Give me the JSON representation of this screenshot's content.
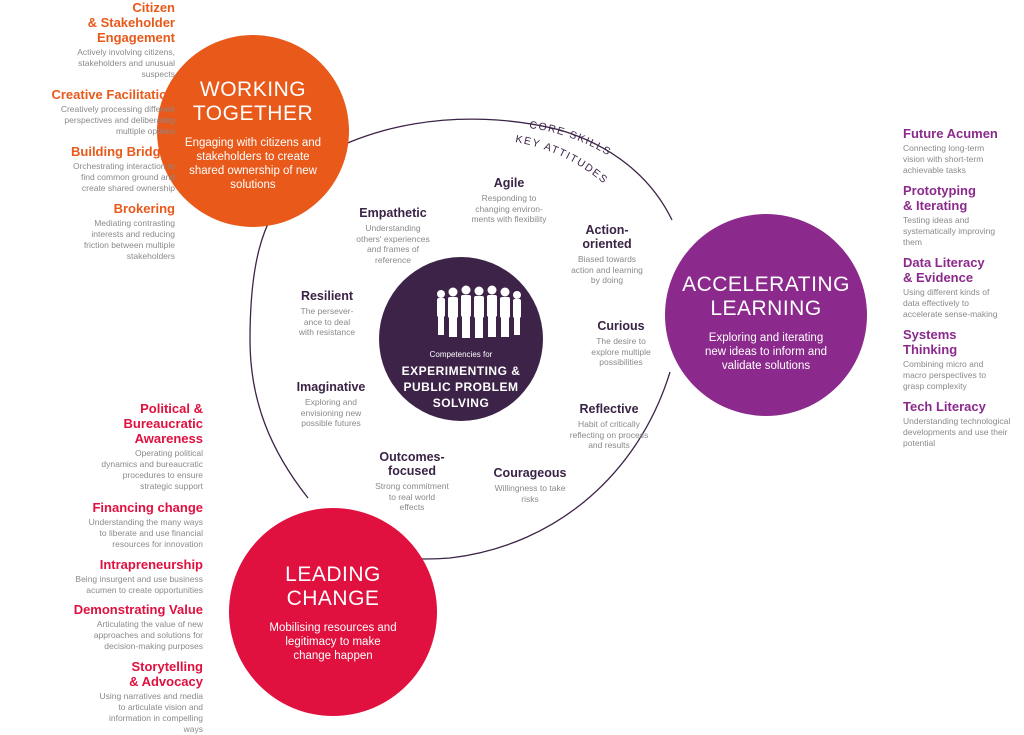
{
  "colors": {
    "orange": "#e8591a",
    "red": "#e0103f",
    "purple": "#8b2a8c",
    "center": "#3d2348",
    "outline": "#3d2348"
  },
  "ring_labels": {
    "outer": "CORE SKILLS",
    "inner": "KEY ATTITUDES"
  },
  "center": {
    "pre": "Competencies for",
    "main": "EXPERIMENTING &\nPUBLIC PROBLEM\nSOLVING",
    "icon": "people-silhouettes-icon"
  },
  "groups": {
    "working_together": {
      "title": "WORKING\nTOGETHER",
      "subtitle": "Engaging with citizens and\nstakeholders to create\nshared ownership of new\nsolutions",
      "skills": [
        {
          "title": "Citizen\n& Stakeholder\nEngagement",
          "desc": "Actively involving citizens,\nstakeholders and unusual\nsuspects"
        },
        {
          "title": "Creative Facilitation",
          "desc": "Creatively processing different\nperspectives and deliberating\nmultiple options"
        },
        {
          "title": "Building Bridges",
          "desc": "Orchestrating interaction to\nfind common  ground and\ncreate shared ownership"
        },
        {
          "title": "Brokering",
          "desc": "Mediating contrasting\ninterests and reducing\nfriction between multiple\nstakeholders"
        }
      ]
    },
    "accelerating_learning": {
      "title": "ACCELERATING\nLEARNING",
      "subtitle": "Exploring and iterating\nnew ideas to inform and\nvalidate solutions",
      "skills": [
        {
          "title": "Future Acumen",
          "desc": "Connecting long-term\nvision with short-term\nachievable tasks"
        },
        {
          "title": "Prototyping\n& Iterating",
          "desc": "Testing ideas and\nsystematically improving\nthem"
        },
        {
          "title": "Data Literacy\n& Evidence",
          "desc": "Using different kinds of\ndata effectively to\naccelerate sense-making"
        },
        {
          "title": "Systems\nThinking",
          "desc": "Combining micro and\nmacro perspectives to\ngrasp complexity"
        },
        {
          "title": "Tech Literacy",
          "desc": "Understanding technological\ndevelopments and use their\npotential"
        }
      ]
    },
    "leading_change": {
      "title": "LEADING\nCHANGE",
      "subtitle": "Mobilising resources and\nlegitimacy to make\nchange happen",
      "skills": [
        {
          "title": "Political &\nBureaucratic\nAwareness",
          "desc": "Operating political\ndynamics and bureaucratic\nprocedures to ensure\nstrategic support"
        },
        {
          "title": "Financing change",
          "desc": "Understanding the many ways\nto liberate and use financial\nresources for innovation"
        },
        {
          "title": "Intrapreneurship",
          "desc": "Being insurgent and use business\nacumen to create opportunities"
        },
        {
          "title": "Demonstrating Value",
          "desc": "Articulating the value of new\napproaches and solutions for\ndecision-making purposes"
        },
        {
          "title": "Storytelling\n& Advocacy",
          "desc": "Using narratives and media\nto articulate vision and\ninformation in compelling\nways"
        }
      ]
    }
  },
  "attitudes": [
    {
      "title": "Agile",
      "desc": "Responding to\nchanging environ-\nments with flexibility"
    },
    {
      "title": "Empathetic",
      "desc": "Understanding\nothers' experiences\nand frames of\nreference"
    },
    {
      "title": "Action-\noriented",
      "desc": "Biased towards\naction and learning\nby doing"
    },
    {
      "title": "Resilient",
      "desc": "The persever-\nance to deal\nwith resistance"
    },
    {
      "title": "Curious",
      "desc": "The desire to\nexplore multiple\npossibilities"
    },
    {
      "title": "Imaginative",
      "desc": "Exploring and\nenvisioning new\npossible futures"
    },
    {
      "title": "Reflective",
      "desc": "Habit of critically\nreflecting on process\nand results"
    },
    {
      "title": "Outcomes-\nfocused",
      "desc": "Strong commitment\nto real  world\neffects"
    },
    {
      "title": "Courageous",
      "desc": "Willingness to take\nrisks"
    }
  ]
}
